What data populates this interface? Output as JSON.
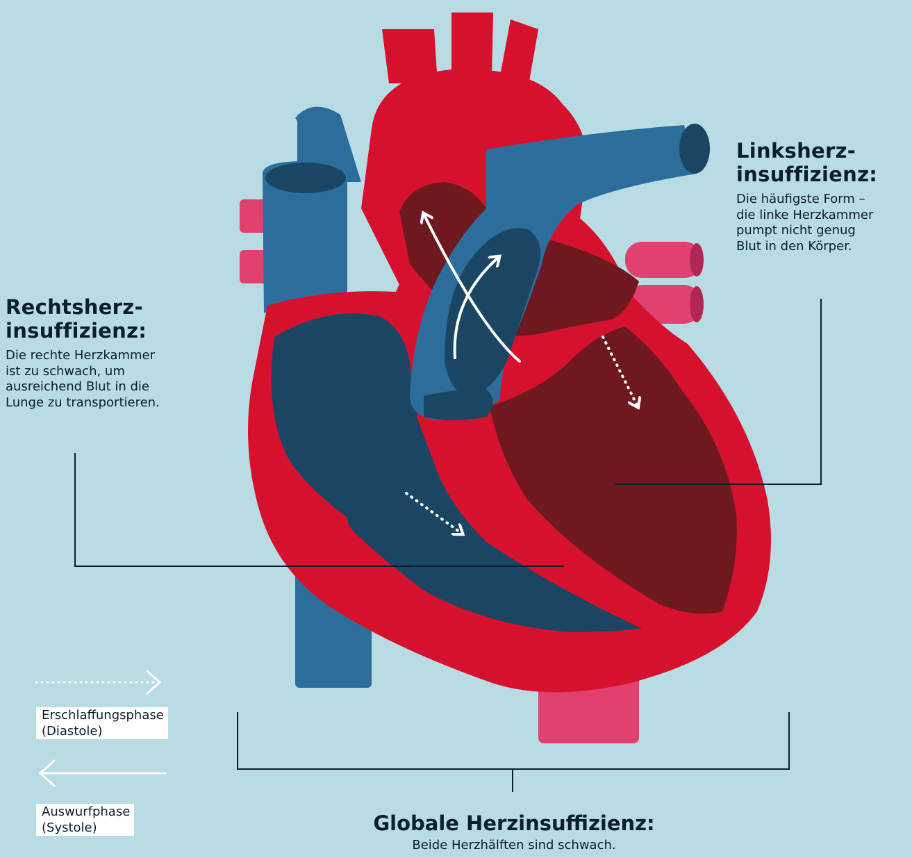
{
  "labels": {
    "left": {
      "title_line1": "Rechtsherz-",
      "title_line2": "insuffizienz:",
      "desc_lines": [
        "Die rechte Herzkammer",
        "ist zu schwach, um",
        "ausreichend Blut in die",
        "Lunge zu transportieren."
      ]
    },
    "right": {
      "title_line1": "Linksherz-",
      "title_line2": "insuffizienz:",
      "desc_lines": [
        "Die häufigste Form –",
        "die linke Herzkammer",
        "pumpt nicht genug",
        "Blut in den Körper."
      ]
    },
    "global": {
      "title": "Globale Herzinsuffizienz:",
      "desc": "Beide Herzhälften sind schwach."
    }
  },
  "legend": {
    "diastole": {
      "line1": "Erschlaffungsphase",
      "line2": "(Diastole)",
      "icon": "dotted-arrow-right-icon"
    },
    "systole": {
      "line1": "Auswurfphase",
      "line2": "(Systole)",
      "icon": "solid-arrow-left-icon"
    }
  },
  "colors": {
    "background": "#b9dce4",
    "heart_red": "#d6112e",
    "vessel_blue": "#2c6d9c",
    "chamber_dark_blue": "#1b4663",
    "chamber_dark_red": "#6e1820",
    "pink_vessel": "#e0416f",
    "text": "#0a1e2e"
  }
}
